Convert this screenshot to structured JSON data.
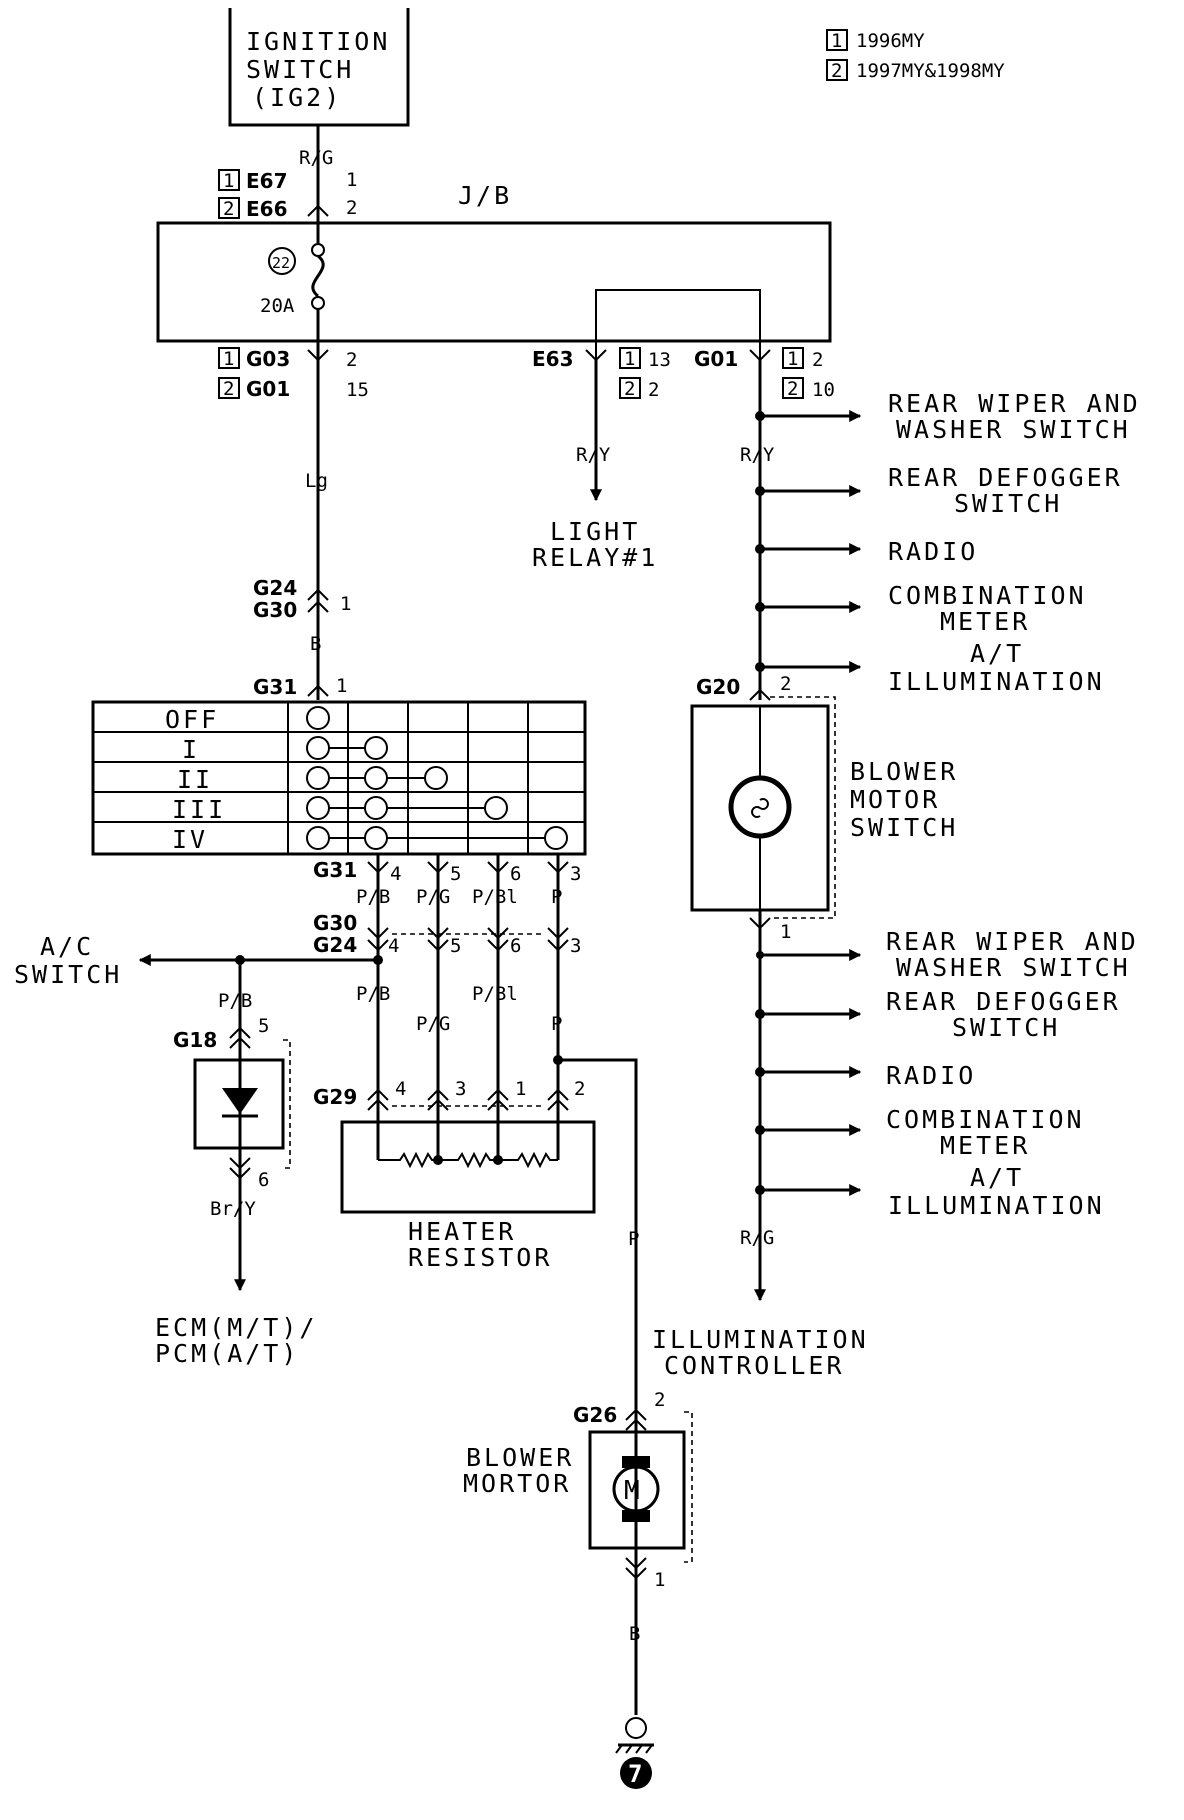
{
  "legend": [
    {
      "num": "1",
      "text": "1996MY"
    },
    {
      "num": "2",
      "text": "1997MY&1998MY"
    }
  ],
  "ignition_switch": [
    "IGNITION",
    "SWITCH",
    "(IG2)"
  ],
  "jb_label": "J/B",
  "fuse": {
    "number": "22",
    "rating": "20A"
  },
  "wire_colors": {
    "rg_top": "R/G",
    "lg": "Lg",
    "b1": "B",
    "ry_left": "R/Y",
    "ry_right": "R/Y",
    "pb": "P/B",
    "pg": "P/G",
    "pbl": "P/Bl",
    "p": "P",
    "pb2": "P/B",
    "pg2": "P/G",
    "pbl2": "P/Bl",
    "p2": "P",
    "pb_ac": "P/B",
    "bry": "Br/Y",
    "p_motor": "P",
    "rg_bottom": "R/G",
    "b_ground": "B"
  },
  "connectors": {
    "e67": "E67",
    "e67_pin": "1",
    "e66": "E66",
    "e66_pin": "2",
    "g03": "G03",
    "g03_pin": "2",
    "g01_left": "G01",
    "g01_left_pin": "15",
    "e63": "E63",
    "e63_pin1": "13",
    "e63_pin2": "2",
    "g01_right": "G01",
    "g01_right_pin1": "2",
    "g01_right_pin2": "10",
    "g24a": "G24",
    "g30a": "G30",
    "g24g30_pin": "1",
    "g31a": "G31",
    "g31a_pin": "1",
    "g31b": "G31",
    "g31b_pins": [
      "4",
      "5",
      "6",
      "3"
    ],
    "g30b": "G30",
    "g24b": "G24",
    "g30g24_pins": [
      "4",
      "5",
      "6",
      "3"
    ],
    "g18": "G18",
    "g18_pin_top": "5",
    "g18_pin_bot": "6",
    "g29": "G29",
    "g29_pins": [
      "4",
      "3",
      "1",
      "2"
    ],
    "g20": "G20",
    "g20_pin_top": "2",
    "g20_pin_bot": "1",
    "g26": "G26",
    "g26_pin_top": "2",
    "g26_pin_bot": "1"
  },
  "switch_table_rows": [
    "OFF",
    "I",
    "II",
    "III",
    "IV"
  ],
  "outputs_top": [
    [
      "REAR WIPER AND",
      "WASHER SWITCH"
    ],
    [
      "REAR DEFOGGER",
      "SWITCH"
    ],
    [
      "RADIO"
    ],
    [
      "COMBINATION",
      "METER"
    ],
    [
      "A/T",
      "ILLUMINATION"
    ]
  ],
  "outputs_bottom": [
    [
      "REAR WIPER AND",
      "WASHER SWITCH"
    ],
    [
      "REAR DEFOGGER",
      "SWITCH"
    ],
    [
      "RADIO"
    ],
    [
      "COMBINATION",
      "METER"
    ],
    [
      "A/T",
      "ILLUMINATION"
    ]
  ],
  "light_relay": [
    "LIGHT",
    "RELAY#1"
  ],
  "blower_motor_switch": [
    "BLOWER",
    "MOTOR",
    "SWITCH"
  ],
  "ac_switch": [
    "A/C",
    "SWITCH"
  ],
  "ecm_pcm": [
    "ECM(M/T)/",
    "PCM(A/T)"
  ],
  "heater_resistor": [
    "HEATER",
    "RESISTOR"
  ],
  "illumination_controller": [
    "ILLUMINATION",
    "CONTROLLER"
  ],
  "blower_motor": [
    "BLOWER",
    "MORTOR"
  ],
  "motor_symbol": "M",
  "ground_number": "7"
}
